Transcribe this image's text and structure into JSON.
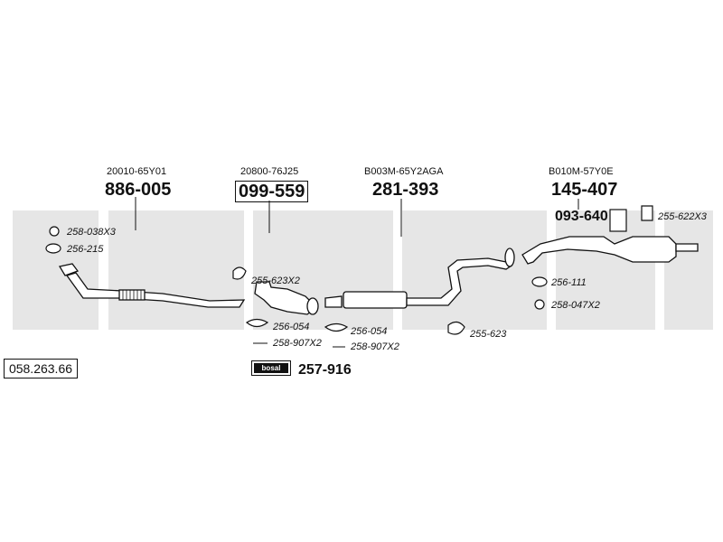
{
  "catalog_number": "058.263.66",
  "brand_badge": "bosal",
  "sections": [
    {
      "oe_number": "20010-65Y01",
      "part_number": "886-005"
    },
    {
      "oe_number": "20800-76J25",
      "part_number": "099-559"
    },
    {
      "oe_number": "B003M-65Y2AGA",
      "part_number": "281-393"
    },
    {
      "oe_number": "B010M-57Y0E",
      "part_number": "145-407"
    }
  ],
  "extra_part": "093-640",
  "kit_part": "257-916",
  "accessories": [
    "258-038X3",
    "256-215",
    "255-623X2",
    "256-054",
    "258-907X2",
    "256-054",
    "258-907X2",
    "255-623",
    "255-622X3",
    "256-111",
    "258-047X2"
  ],
  "colors": {
    "watermark": "#e6e6e6",
    "line": "#111111",
    "pipe_fill": "#ffffff"
  }
}
